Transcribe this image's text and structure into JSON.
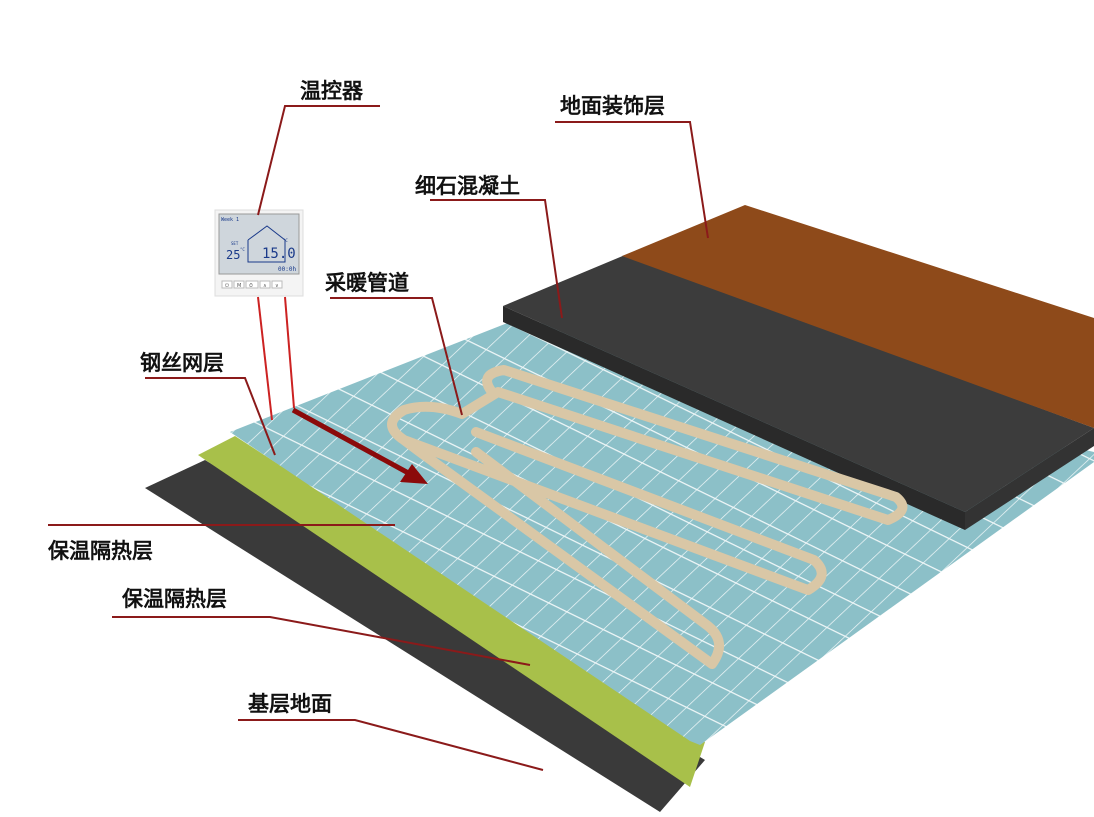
{
  "colors": {
    "base": "#3a3a3a",
    "insulation_green": "#a8c04a",
    "mesh_blue": "#8cc0c8",
    "concrete": "#3c3c3c",
    "finish_brown": "#8e4a1a",
    "pipe": "#d9c7a6",
    "leader": "#8b1a1a",
    "arrow": "#8b0a0a"
  },
  "labels": {
    "thermostat": "温控器",
    "floor_finish": "地面装饰层",
    "fine_concrete": "细石混凝土",
    "heating_pipe": "采暖管道",
    "wire_mesh": "钢丝网层",
    "insulation_1": "保温隔热层",
    "insulation_2": "保温隔热层",
    "base_floor": "基层地面"
  },
  "thermostat": {
    "mode": "Week 1",
    "set_label": "SET",
    "set_temp": "25",
    "set_unit": "°C",
    "current_temp": "15.0",
    "current_unit": "°C",
    "timer": "00:0h",
    "buttons": [
      "⏻",
      "M",
      "⏱",
      "∧",
      "∨"
    ]
  }
}
